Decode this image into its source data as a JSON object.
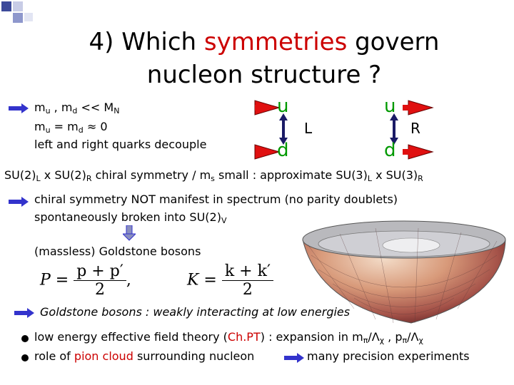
{
  "title": {
    "line1_a": "4) Which ",
    "line1_red": "symmetries",
    "line1_b": " govern",
    "line2": "nucleon structure ?"
  },
  "block1": {
    "line1": {
      "m": "m",
      "u": "u",
      "mid": " , m",
      "d": "d",
      "rel": " << M",
      "N": "N"
    },
    "line2": {
      "m": "m",
      "u": "u",
      "mid": " = m",
      "d": "d",
      "rel": " ≈ 0"
    },
    "line3": "left and right quarks decouple"
  },
  "diagram": {
    "left": {
      "top": "u",
      "bottom": "d",
      "label": "L"
    },
    "right": {
      "top": "u",
      "bottom": "d",
      "label": "R"
    }
  },
  "chiral_line": {
    "a": "SU(2)",
    "L": "L",
    "x1": " x SU(2)",
    "R": "R",
    "b": " chiral symmetry / m",
    "s": "s",
    "c": " small : approximate SU(3)",
    "L2": "L",
    "x2": " x SU(3)",
    "R2": "R"
  },
  "block2": {
    "line1": "chiral symmetry NOT manifest in spectrum (no parity doublets)",
    "line2": "spontaneously  broken into SU(2)",
    "V": "V"
  },
  "goldstone": "(massless) Goldstone bosons",
  "equations": {
    "P": "P",
    "p_num": "p + p′",
    "p_den": "2",
    "K": "K",
    "k_num": "k + k′",
    "k_den": "2"
  },
  "weak": "Goldstone bosons : weakly interacting at low energies",
  "bullets": {
    "b1": {
      "a": "low energy effective field theory (",
      "red": "Ch.PT",
      "b": ") : expansion in m",
      "pi1": "π",
      "c": "/Λ",
      "chi1": "χ",
      "d": " , p",
      "pi2": "π",
      "e": "/Λ",
      "chi2": "χ"
    },
    "b2": {
      "a": "role of ",
      "red": "pion cloud",
      "b": " surrounding nucleon",
      "c": "many precision experiments"
    }
  },
  "colors": {
    "red": "#cc0000",
    "green": "#009900",
    "blue": "#3333cc",
    "navy": "#1a1a66"
  }
}
